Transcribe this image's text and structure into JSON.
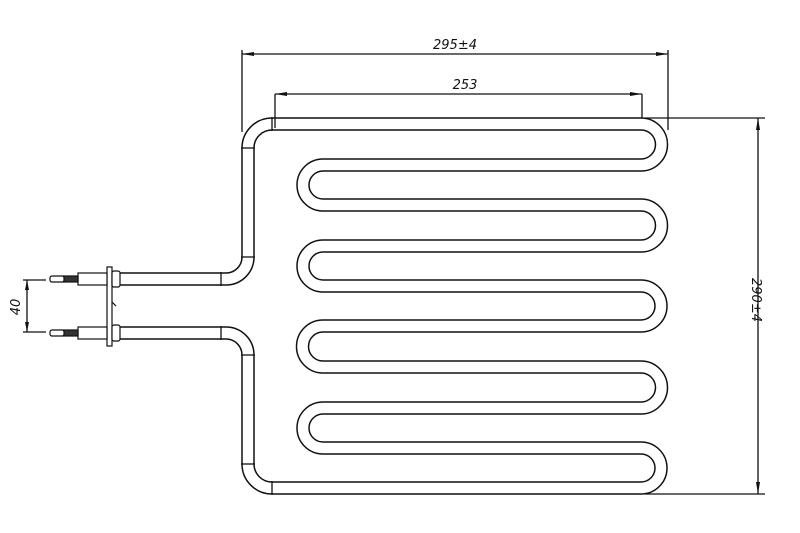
{
  "drawing": {
    "title": "Heating element serpentine tube",
    "dimensions": {
      "overall_width": "295±4",
      "inner_width": "253",
      "overall_height": "290±4",
      "terminal_spacing": "40"
    },
    "line_color": "#111111"
  }
}
